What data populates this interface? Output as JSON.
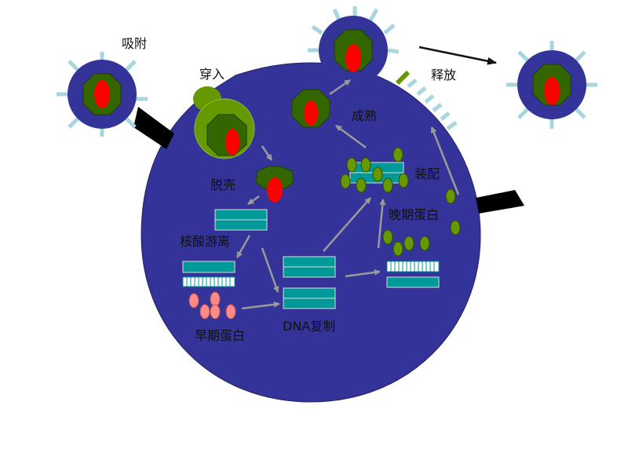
{
  "labels": {
    "adsorption": "吸附",
    "penetration": "穿入",
    "release": "释放",
    "maturation": "成熟",
    "uncoating": "脱壳",
    "assembly": "装配",
    "late_protein": "晚期蛋白",
    "nucleic_acid_free": "核酸游离",
    "dna_replication": "DNA复制",
    "early_protein": "早期蛋白"
  },
  "colors": {
    "cell": "#333399",
    "virus_outer": "#333399",
    "capsid": "#336600",
    "core": "#ff0000",
    "spike": "#a7d7dd",
    "dna": "#00999a",
    "protein_late": "#669900",
    "protein_early": "#ff8a8a",
    "arrow": "#9a9a9a"
  }
}
